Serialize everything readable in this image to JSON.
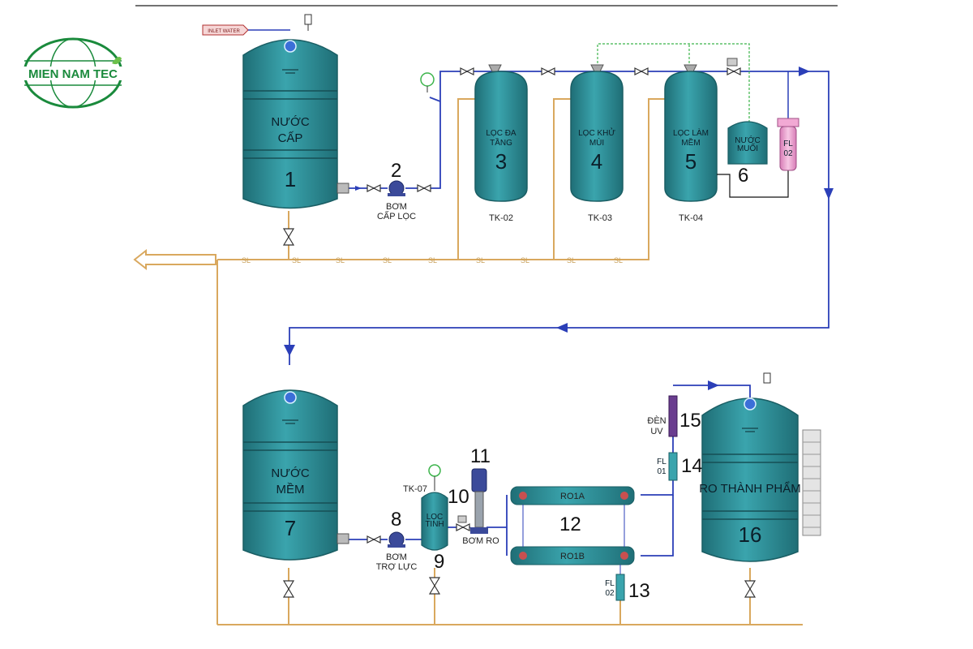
{
  "logo": {
    "text": "MIEN NAM TEC",
    "color": "#1a8a3c"
  },
  "inlet_tag": "INLET WATER",
  "tanks": {
    "t1": {
      "line1": "NƯỚC",
      "line2": "CẤP",
      "num": "1"
    },
    "t3": {
      "line1": "LỌC ĐA",
      "line2": "TẦNG",
      "num": "3",
      "tag": "TK-02"
    },
    "t4": {
      "line1": "LỌC KHỬ",
      "line2": "MÙI",
      "num": "4",
      "tag": "TK-03"
    },
    "t5": {
      "line1": "LỌC LÀM",
      "line2": "MỀM",
      "num": "5",
      "tag": "TK-04"
    },
    "t6": {
      "line1": "NƯỚC",
      "line2": "MUỐI",
      "num": "6"
    },
    "t7": {
      "line1": "NƯỚC",
      "line2": "MỀM",
      "num": "7"
    },
    "t9": {
      "line1": "LỌC",
      "line2": "TINH",
      "num": "9",
      "tag": "TK-07"
    },
    "t16": {
      "line1": "RO THÀNH PHẨM",
      "num": "16"
    }
  },
  "pumps": {
    "p2": {
      "num": "2",
      "line1": "BƠM",
      "line2": "CẤP LỌC"
    },
    "p8": {
      "num": "8",
      "line1": "BƠM",
      "line2": "TRỢ LỰC"
    },
    "p10": {
      "num": "10",
      "num2": "11",
      "label": "BƠM RO"
    }
  },
  "ro": {
    "a": "RO1A",
    "b": "RO1B",
    "num": "12"
  },
  "filters": {
    "fl_top": {
      "line1": "FL",
      "line2": "02"
    },
    "fl13": {
      "line1": "FL",
      "line2": "02",
      "num": "13"
    },
    "fl14": {
      "line1": "FL",
      "line2": "01",
      "num": "14"
    }
  },
  "uv": {
    "line1": "ĐÈN",
    "line2": "UV",
    "num": "15"
  },
  "sl_label": "SL",
  "colors": {
    "tank": "#2e8f98",
    "tank_dark": "#1f6e76",
    "pipe_blue": "#2b3fb8",
    "pipe_tan": "#d9a85e",
    "pipe_green": "#3cb44b",
    "pink": "#f2a9d4"
  }
}
